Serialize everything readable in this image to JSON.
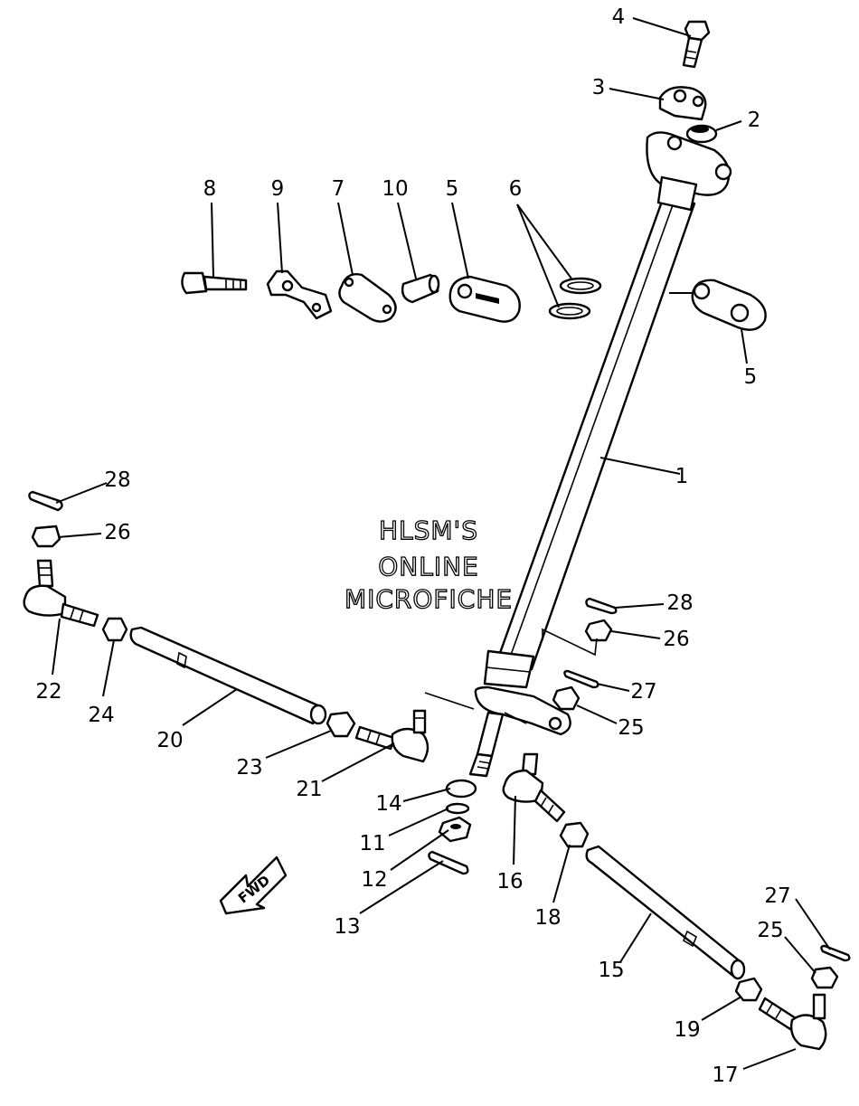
{
  "watermark": [
    "HLSM'S",
    "ONLINE",
    "MICROFICHE"
  ],
  "direction_arrow": {
    "label": "FWD",
    "icon": "arrow-left-icon"
  },
  "callouts": [
    {
      "label": "1"
    },
    {
      "label": "2"
    },
    {
      "label": "3"
    },
    {
      "label": "4"
    },
    {
      "label": "5"
    },
    {
      "label": "5"
    },
    {
      "label": "6"
    },
    {
      "label": "7"
    },
    {
      "label": "8"
    },
    {
      "label": "9"
    },
    {
      "label": "10"
    },
    {
      "label": "11"
    },
    {
      "label": "12"
    },
    {
      "label": "13"
    },
    {
      "label": "14"
    },
    {
      "label": "15"
    },
    {
      "label": "16"
    },
    {
      "label": "17"
    },
    {
      "label": "18"
    },
    {
      "label": "19"
    },
    {
      "label": "20"
    },
    {
      "label": "21"
    },
    {
      "label": "22"
    },
    {
      "label": "23"
    },
    {
      "label": "24"
    },
    {
      "label": "25"
    },
    {
      "label": "25"
    },
    {
      "label": "26"
    },
    {
      "label": "26"
    },
    {
      "label": "27"
    },
    {
      "label": "27"
    },
    {
      "label": "28"
    },
    {
      "label": "28"
    }
  ]
}
